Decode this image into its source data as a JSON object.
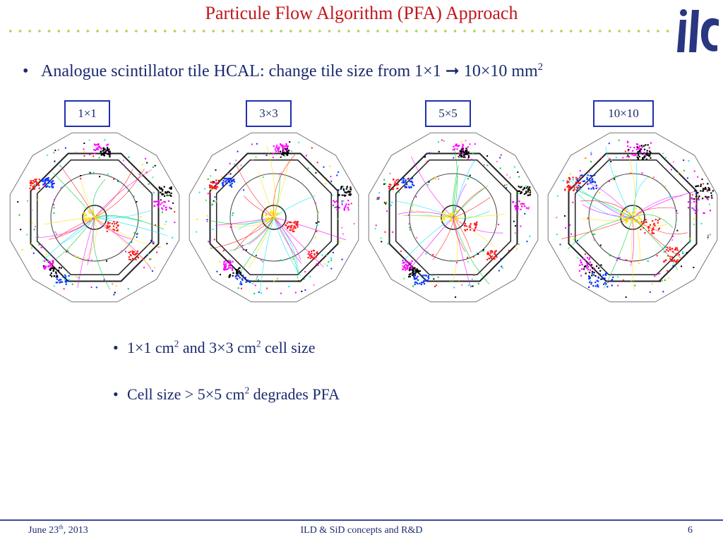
{
  "title": "Particule Flow Algorithm (PFA) Approach",
  "bullet_main": {
    "symbol": "•",
    "text": "Analogue scintillator tile HCAL: change tile size from 1×1 ➞ 10×10 mm",
    "unit_sup": "2"
  },
  "tiles": [
    {
      "label": "1×1"
    },
    {
      "label": "3×3"
    },
    {
      "label": "5×5"
    },
    {
      "label": "10×10"
    }
  ],
  "sub_bullets": [
    {
      "symbol": "•",
      "text_a": "1×1 cm",
      "sup_a": "2",
      "text_b": " and 3×3 cm",
      "sup_b": "2",
      "text_c": " cell size"
    },
    {
      "symbol": "•",
      "text_a": "Cell size > 5×5 cm",
      "sup_a": "2",
      "text_b": " degrades PFA"
    }
  ],
  "footer": {
    "date_a": "June 23",
    "date_sup": "th",
    "date_b": ", 2013",
    "center": "ILD & SiD concepts and R&D",
    "page": "6"
  },
  "colors": {
    "title": "#c0171d",
    "text": "#1a2a6e",
    "box_border": "#2030b0",
    "dots": "#b9cf4e",
    "logo": "#2a3680"
  },
  "icons": {
    "logo": "ilc-logo"
  }
}
